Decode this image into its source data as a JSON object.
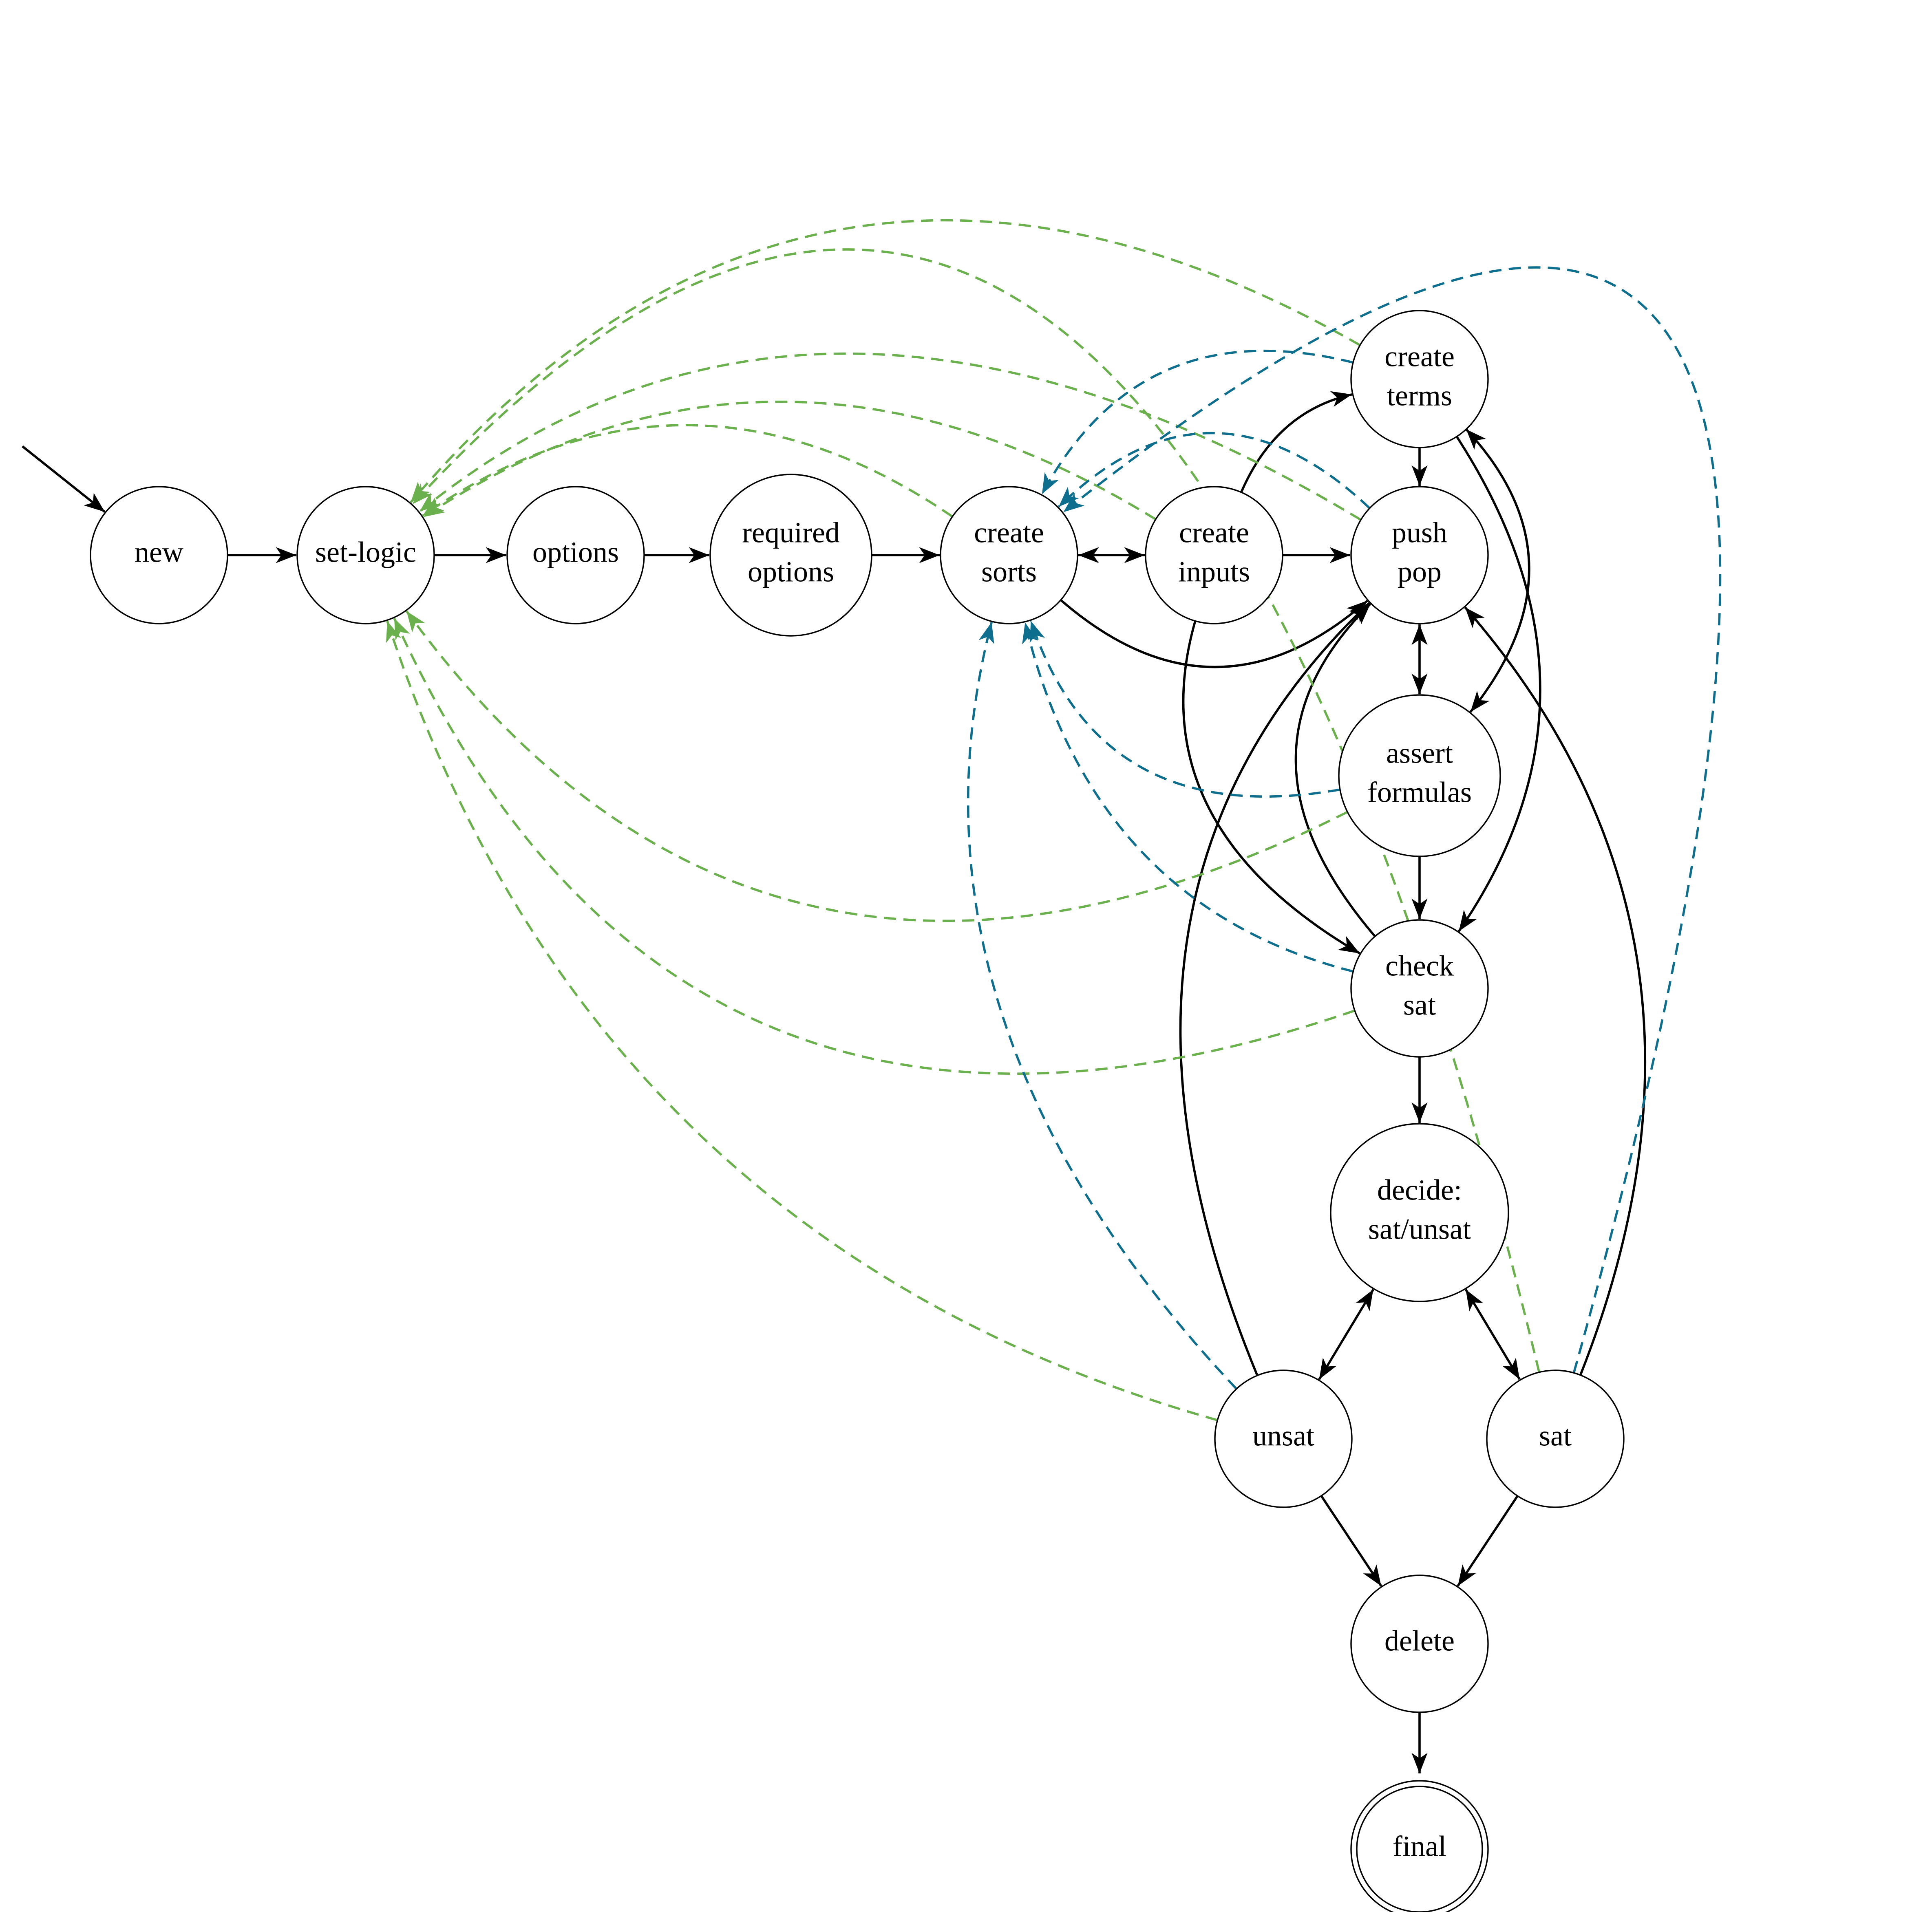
{
  "colors": {
    "solid": "#000000",
    "dashed_green": "#6ab04c",
    "dashed_blue": "#0e6e8e",
    "decide_fill": "#fdfccc",
    "result_fill": "#fce5cc"
  },
  "nodes": [
    {
      "id": "new",
      "lines": [
        "new"
      ]
    },
    {
      "id": "set-logic",
      "lines": [
        "set-logic"
      ]
    },
    {
      "id": "options",
      "lines": [
        "options"
      ]
    },
    {
      "id": "required-options",
      "lines": [
        "required",
        "options"
      ]
    },
    {
      "id": "create-sorts",
      "lines": [
        "create",
        "sorts"
      ]
    },
    {
      "id": "create-inputs",
      "lines": [
        "create",
        "inputs"
      ]
    },
    {
      "id": "create-terms",
      "lines": [
        "create",
        "terms"
      ]
    },
    {
      "id": "push-pop",
      "lines": [
        "push",
        "pop"
      ]
    },
    {
      "id": "assert-formulas",
      "lines": [
        "assert",
        "formulas"
      ]
    },
    {
      "id": "check-sat",
      "lines": [
        "check",
        "sat"
      ]
    },
    {
      "id": "decide",
      "lines": [
        "decide:",
        "sat/unsat"
      ],
      "fill": "decide_fill"
    },
    {
      "id": "unsat",
      "lines": [
        "unsat"
      ],
      "fill": "result_fill"
    },
    {
      "id": "sat",
      "lines": [
        "sat"
      ],
      "fill": "result_fill"
    },
    {
      "id": "delete",
      "lines": [
        "delete"
      ]
    },
    {
      "id": "final",
      "lines": [
        "final"
      ],
      "accepting": true
    }
  ],
  "initial_state": "new",
  "edges": [
    {
      "from": "new",
      "to": "set-logic",
      "style": "solid"
    },
    {
      "from": "set-logic",
      "to": "options",
      "style": "solid"
    },
    {
      "from": "options",
      "to": "required-options",
      "style": "solid"
    },
    {
      "from": "required-options",
      "to": "create-sorts",
      "style": "solid"
    },
    {
      "from": "create-sorts",
      "to": "create-inputs",
      "style": "solid",
      "bidirectional": true
    },
    {
      "from": "create-inputs",
      "to": "push-pop",
      "style": "solid"
    },
    {
      "from": "create-inputs",
      "to": "create-terms",
      "style": "solid"
    },
    {
      "from": "create-inputs",
      "to": "check-sat",
      "style": "solid"
    },
    {
      "from": "create-sorts",
      "to": "push-pop",
      "style": "solid"
    },
    {
      "from": "create-terms",
      "to": "push-pop",
      "style": "solid"
    },
    {
      "from": "create-terms",
      "to": "assert-formulas",
      "style": "solid",
      "bidirectional": true
    },
    {
      "from": "create-terms",
      "to": "check-sat",
      "style": "solid"
    },
    {
      "from": "push-pop",
      "to": "assert-formulas",
      "style": "solid",
      "bidirectional": true
    },
    {
      "from": "assert-formulas",
      "to": "check-sat",
      "style": "solid"
    },
    {
      "from": "check-sat",
      "to": "push-pop",
      "style": "solid"
    },
    {
      "from": "check-sat",
      "to": "decide",
      "style": "solid"
    },
    {
      "from": "decide",
      "to": "unsat",
      "style": "solid",
      "bidirectional": true
    },
    {
      "from": "decide",
      "to": "sat",
      "style": "solid",
      "bidirectional": true
    },
    {
      "from": "unsat",
      "to": "push-pop",
      "style": "solid"
    },
    {
      "from": "sat",
      "to": "push-pop",
      "style": "solid"
    },
    {
      "from": "unsat",
      "to": "delete",
      "style": "solid"
    },
    {
      "from": "sat",
      "to": "delete",
      "style": "solid"
    },
    {
      "from": "delete",
      "to": "final",
      "style": "solid"
    },
    {
      "from": "sat",
      "to": "set-logic",
      "style": "dashed",
      "color": "dashed_green"
    },
    {
      "from": "create-terms",
      "to": "set-logic",
      "style": "dashed",
      "color": "dashed_green"
    },
    {
      "from": "push-pop",
      "to": "set-logic",
      "style": "dashed",
      "color": "dashed_green"
    },
    {
      "from": "create-inputs",
      "to": "set-logic",
      "style": "dashed",
      "color": "dashed_green"
    },
    {
      "from": "create-sorts",
      "to": "set-logic",
      "style": "dashed",
      "color": "dashed_green"
    },
    {
      "from": "assert-formulas",
      "to": "set-logic",
      "style": "dashed",
      "color": "dashed_green"
    },
    {
      "from": "check-sat",
      "to": "set-logic",
      "style": "dashed",
      "color": "dashed_green"
    },
    {
      "from": "unsat",
      "to": "set-logic",
      "style": "dashed",
      "color": "dashed_green"
    },
    {
      "from": "sat",
      "to": "create-sorts",
      "style": "dashed",
      "color": "dashed_blue"
    },
    {
      "from": "create-terms",
      "to": "create-sorts",
      "style": "dashed",
      "color": "dashed_blue"
    },
    {
      "from": "push-pop",
      "to": "create-sorts",
      "style": "dashed",
      "color": "dashed_blue"
    },
    {
      "from": "assert-formulas",
      "to": "create-sorts",
      "style": "dashed",
      "color": "dashed_blue"
    },
    {
      "from": "check-sat",
      "to": "create-sorts",
      "style": "dashed",
      "color": "dashed_blue"
    },
    {
      "from": "unsat",
      "to": "create-sorts",
      "style": "dashed",
      "color": "dashed_blue"
    }
  ]
}
